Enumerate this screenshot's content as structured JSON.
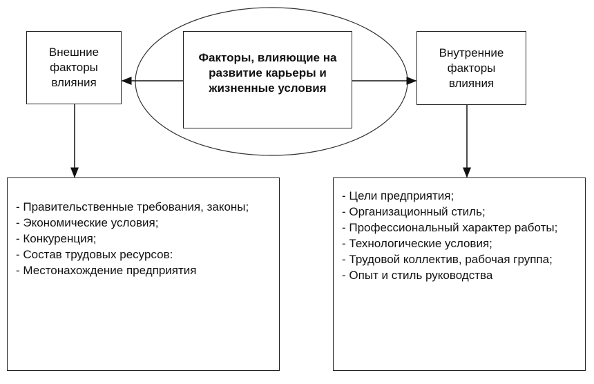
{
  "center": {
    "title": "Факторы, влияющие на развитие карьеры и жизненные условия"
  },
  "external": {
    "title": "Внешние факторы влияния",
    "items": [
      "- Правительственные требования, законы;",
      "- Экономические условия;",
      "- Конкуренция;",
      "- Состав трудовых ресурсов:",
      "- Местонахождение предприятия"
    ]
  },
  "internal": {
    "title": "Внутренние факторы влияния",
    "items": [
      "- Цели предприятия;",
      "- Организационный стиль;",
      "- Профессиональный характер работы;",
      "- Технологические условия;",
      "- Трудовой коллектив, рабочая группа;",
      "- Опыт и стиль руководства"
    ]
  }
}
